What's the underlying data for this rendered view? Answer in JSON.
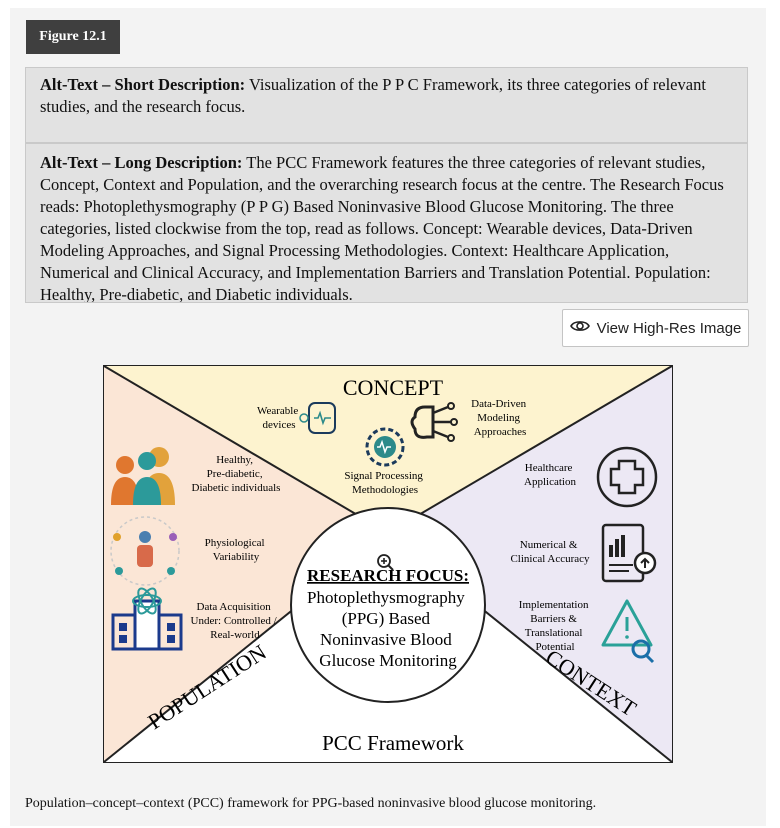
{
  "figure_label": "Figure 12.1",
  "alt_short": {
    "heading": "Alt-Text – Short Description:",
    "text": "Visualization of the P P C Framework, its three categories of relevant studies, and the research focus."
  },
  "alt_long": {
    "heading": "Alt-Text – Long Description:",
    "text": "The PCC Framework features the three categories of relevant studies, Concept, Context and Population, and the overarching research focus at the centre. The Research Focus reads: Photoplethysmography (P P G) Based Noninvasive Blood Glucose Monitoring. The three categories, listed clockwise from the top, read as follows. Concept: Wearable devices, Data-Driven Modeling Approaches, and Signal Processing Methodologies. Context: Healthcare Application, Numerical and Clinical Accuracy, and Implementation Barriers and Translation Potential. Population: Healthy, Pre-diabetic, and Diabetic individuals."
  },
  "view_button": {
    "label": "View High-Res Image",
    "icon": "eye-icon"
  },
  "diagram": {
    "concept_title": "CONCEPT",
    "context_title": "CONTEXT",
    "population_title": "POPULATION",
    "framework_title": "PCC Framework",
    "research_focus_heading": "RESEARCH FOCUS:",
    "research_focus_lines": [
      "Photoplethysmography",
      "(PPG) Based",
      "Noninvasive Blood",
      "Glucose Monitoring"
    ],
    "concept_items": {
      "wearable": [
        "Wearable",
        "devices"
      ],
      "modeling": [
        "Data-Driven",
        "Modeling",
        "Approaches"
      ],
      "signal": [
        "Signal Processing",
        "Methodologies"
      ]
    },
    "context_items": {
      "healthcare": [
        "Healthcare",
        "Application"
      ],
      "accuracy": [
        "Numerical &",
        "Clinical Accuracy"
      ],
      "implementation": [
        "Implementation",
        "Barriers &",
        "Translational",
        "Potential"
      ]
    },
    "population_items": {
      "groups": [
        "Healthy,",
        "Pre-diabetic,",
        "Diabetic individuals"
      ],
      "variability": [
        "Physiological",
        "Variability"
      ],
      "acquisition": [
        "Data Acquisition",
        "Under: Controlled /",
        "Real-world"
      ]
    },
    "colors": {
      "concept": "#fdf3cf",
      "context": "#ece8f4",
      "population": "#fbe6d6"
    }
  },
  "caption": "Population–concept–context (PCC) framework for PPG-based noninvasive blood glucose monitoring."
}
